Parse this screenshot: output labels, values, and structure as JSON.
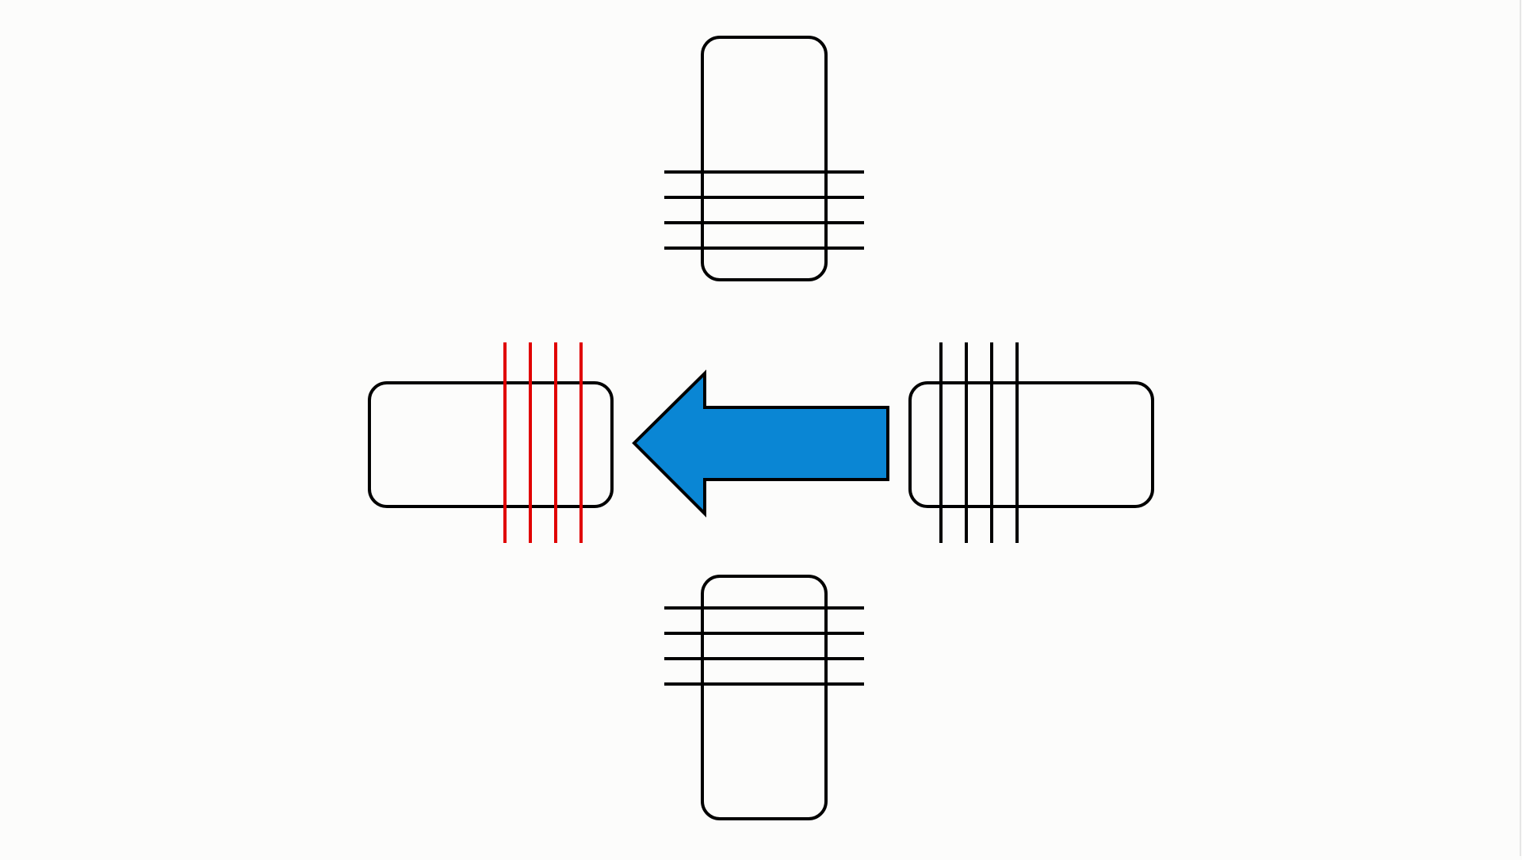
{
  "diagram": {
    "colors": {
      "background": "#fcfcfb",
      "outline": "#000000",
      "highlight_lines": "#e00000",
      "arrow_fill": "#0a86d4",
      "arrow_stroke": "#000000"
    },
    "arrow_direction": "left",
    "lines_per_crossing": 4,
    "crossings": [
      {
        "name": "top",
        "highlighted": false
      },
      {
        "name": "right",
        "highlighted": false
      },
      {
        "name": "bottom",
        "highlighted": false
      },
      {
        "name": "left",
        "highlighted": true
      }
    ]
  }
}
